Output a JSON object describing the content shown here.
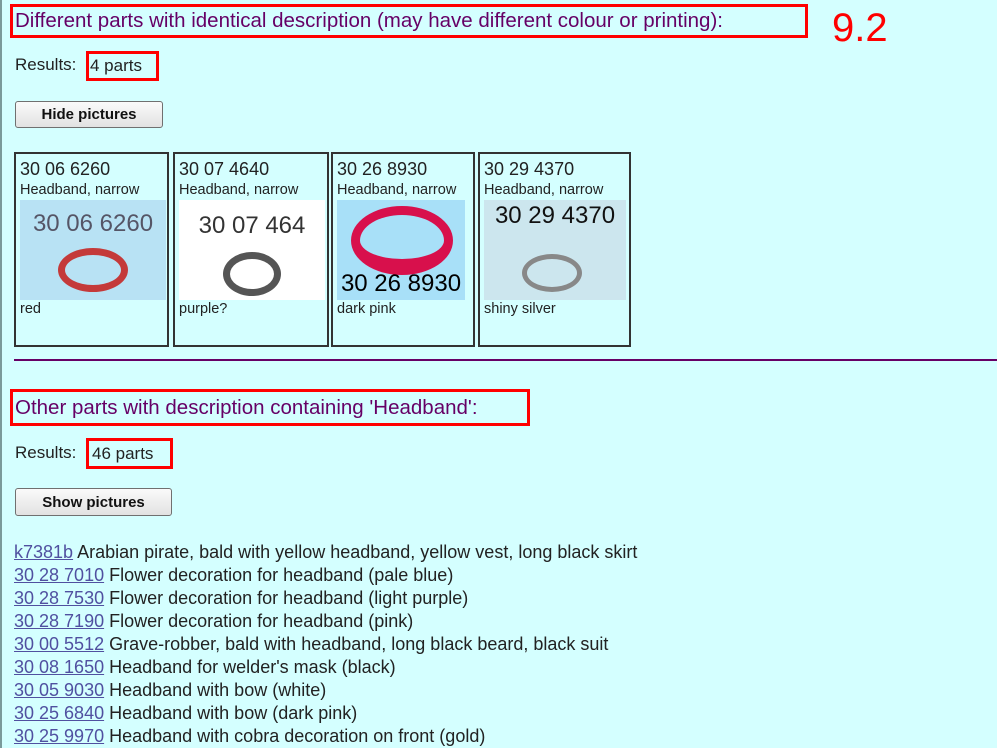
{
  "annotation": "9.2",
  "section1": {
    "heading": "Different parts with identical description (may have different colour or printing):",
    "results_label": "Results:",
    "results_count": "4 parts",
    "button": "Hide pictures",
    "cards": [
      {
        "number": "30 06 6260",
        "description": "Headband, narrow",
        "image_label": "30 06 6260",
        "colour": "red"
      },
      {
        "number": "30 07 4640",
        "description": "Headband, narrow",
        "image_label": "30 07 464",
        "colour": "purple?"
      },
      {
        "number": "30 26 8930",
        "description": "Headband, narrow",
        "image_label": "30 26 8930",
        "colour": "dark pink"
      },
      {
        "number": "30 29 4370",
        "description": "Headband, narrow",
        "image_label": "30 29 4370",
        "colour": "shiny silver"
      }
    ]
  },
  "section2": {
    "heading": "Other parts with description containing 'Headband':",
    "results_label": "Results:",
    "results_count": "46 parts",
    "button": "Show pictures",
    "items": [
      {
        "id": "k7381b",
        "text": " Arabian pirate, bald with yellow headband, yellow vest, long black skirt"
      },
      {
        "id": "30 28 7010",
        "text": " Flower decoration for headband (pale blue)"
      },
      {
        "id": "30 28 7530",
        "text": " Flower decoration for headband (light purple)"
      },
      {
        "id": "30 28 7190",
        "text": " Flower decoration for headband (pink)"
      },
      {
        "id": "30 00 5512",
        "text": " Grave-robber, bald with headband, long black beard, black suit"
      },
      {
        "id": "30 08 1650",
        "text": " Headband for welder's mask (black)"
      },
      {
        "id": "30 05 9030",
        "text": " Headband with bow (white)"
      },
      {
        "id": "30 25 6840",
        "text": " Headband with bow (dark pink)"
      },
      {
        "id": "30 25 9970",
        "text": " Headband with cobra decoration on front (gold)"
      }
    ]
  }
}
